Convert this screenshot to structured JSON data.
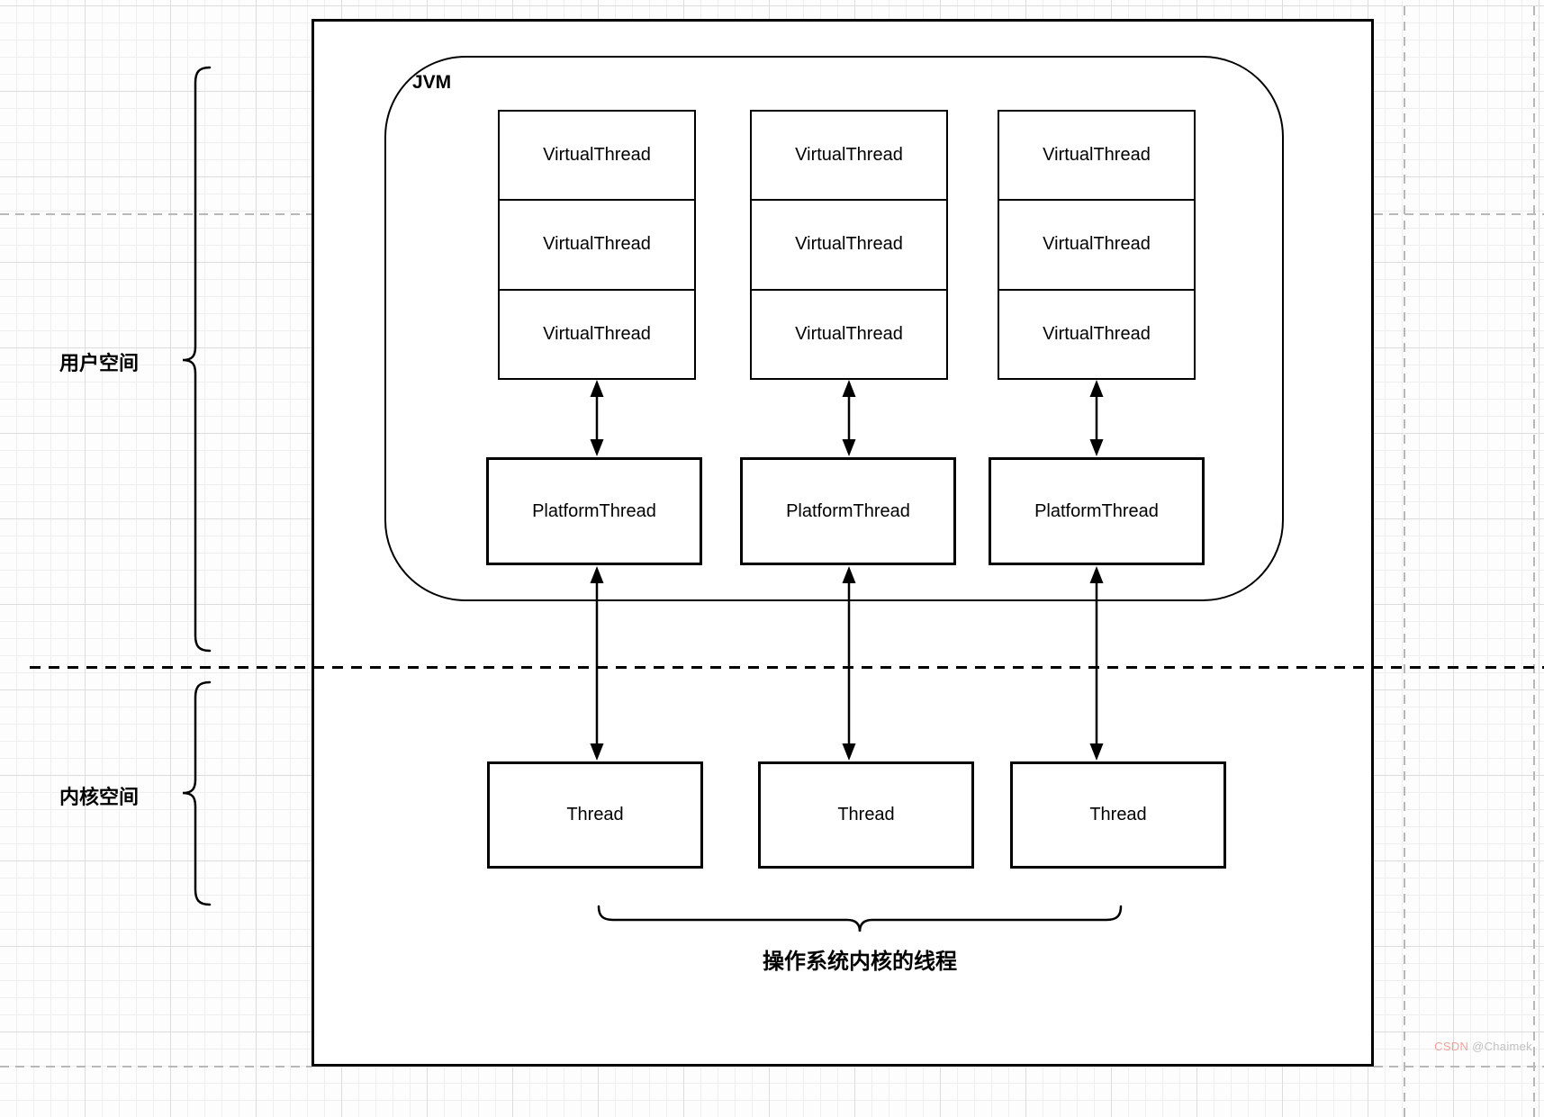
{
  "jvm": {
    "label": "JVM",
    "columns": [
      {
        "virtual_threads": [
          "VirtualThread",
          "VirtualThread",
          "VirtualThread"
        ],
        "platform_thread": "PlatformThread"
      },
      {
        "virtual_threads": [
          "VirtualThread",
          "VirtualThread",
          "VirtualThread"
        ],
        "platform_thread": "PlatformThread"
      },
      {
        "virtual_threads": [
          "VirtualThread",
          "VirtualThread",
          "VirtualThread"
        ],
        "platform_thread": "PlatformThread"
      }
    ]
  },
  "kernel": {
    "threads": [
      "Thread",
      "Thread",
      "Thread"
    ],
    "brace_label": "操作系统内核的线程"
  },
  "space_labels": {
    "user_space": "用户空间",
    "kernel_space": "内核空间"
  },
  "watermark": {
    "brand": "CSDN",
    "author": "@Chaimek"
  },
  "colors": {
    "stroke": "#000000",
    "grid_minor": "#efefef",
    "grid_major": "#dcdcdc",
    "dashed_gray": "#b8b8b8",
    "watermark_brand": "#f1a29a",
    "watermark_author": "#c2c2c2"
  }
}
